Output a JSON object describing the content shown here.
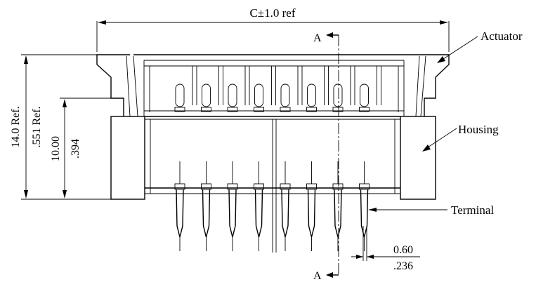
{
  "labels": {
    "overall_width": "C±1.0 ref",
    "section_top": "A",
    "section_bottom": "A",
    "actuator": "Actuator",
    "housing": "Housing",
    "terminal": "Terminal",
    "height_total_mm": "14.0 Ref.",
    "height_total_in": ".551 Ref.",
    "height_body_mm": "10.00",
    "height_body_in": ".394",
    "pin_width_mm": "0.60",
    "pin_width_in": ".236"
  },
  "terminal_count": 8
}
